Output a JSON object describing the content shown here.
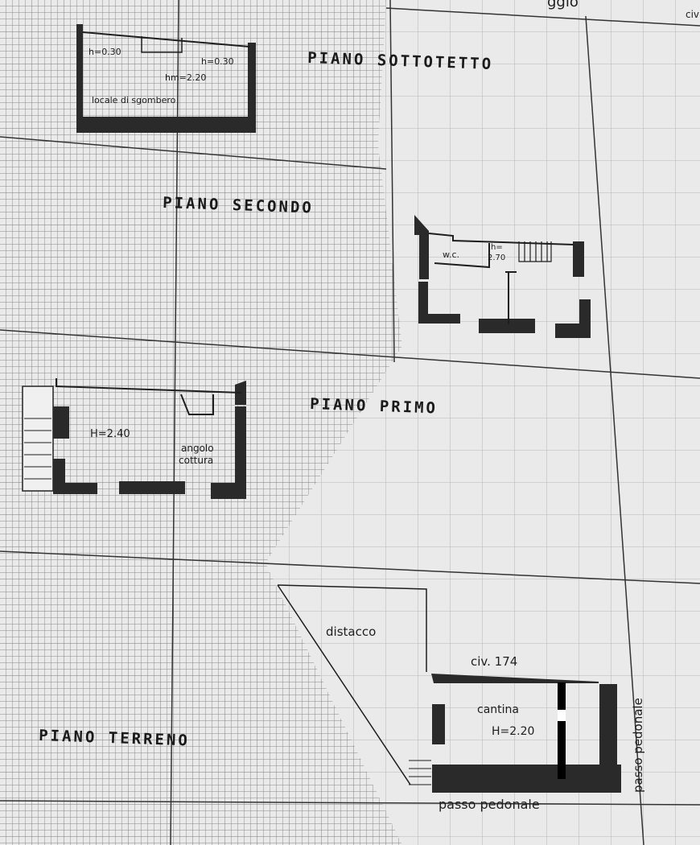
{
  "top_fragments": {
    "left": "ggio",
    "right": "civ"
  },
  "floors": {
    "sottotetto": {
      "title": "PIANO SOTTOTETTO",
      "labels": {
        "h_left": "h=0.30",
        "h_right": "h=0.30",
        "hm": "hm=2.20",
        "room": "locale di sgombero"
      }
    },
    "secondo": {
      "title": "PIANO SECONDO",
      "labels": {
        "wc": "w.c.",
        "h_line1": "h=",
        "h_line2": "2.70"
      }
    },
    "primo": {
      "title": "PIANO PRIMO",
      "labels": {
        "height": "H=2.40",
        "kitchen_line1": "angolo",
        "kitchen_line2": "cottura"
      }
    },
    "terreno": {
      "title": "PIANO TERRENO",
      "labels": {
        "distacco": "distacco",
        "civic": "civ. 174",
        "room": "cantina",
        "height": "H=2.20",
        "passage_bottom": "passo pedonale",
        "passage_right": "passo pedonale"
      }
    }
  },
  "colors": {
    "paper": "#e9e9e9",
    "grid": "#555555",
    "ink": "#1e1e1e"
  }
}
